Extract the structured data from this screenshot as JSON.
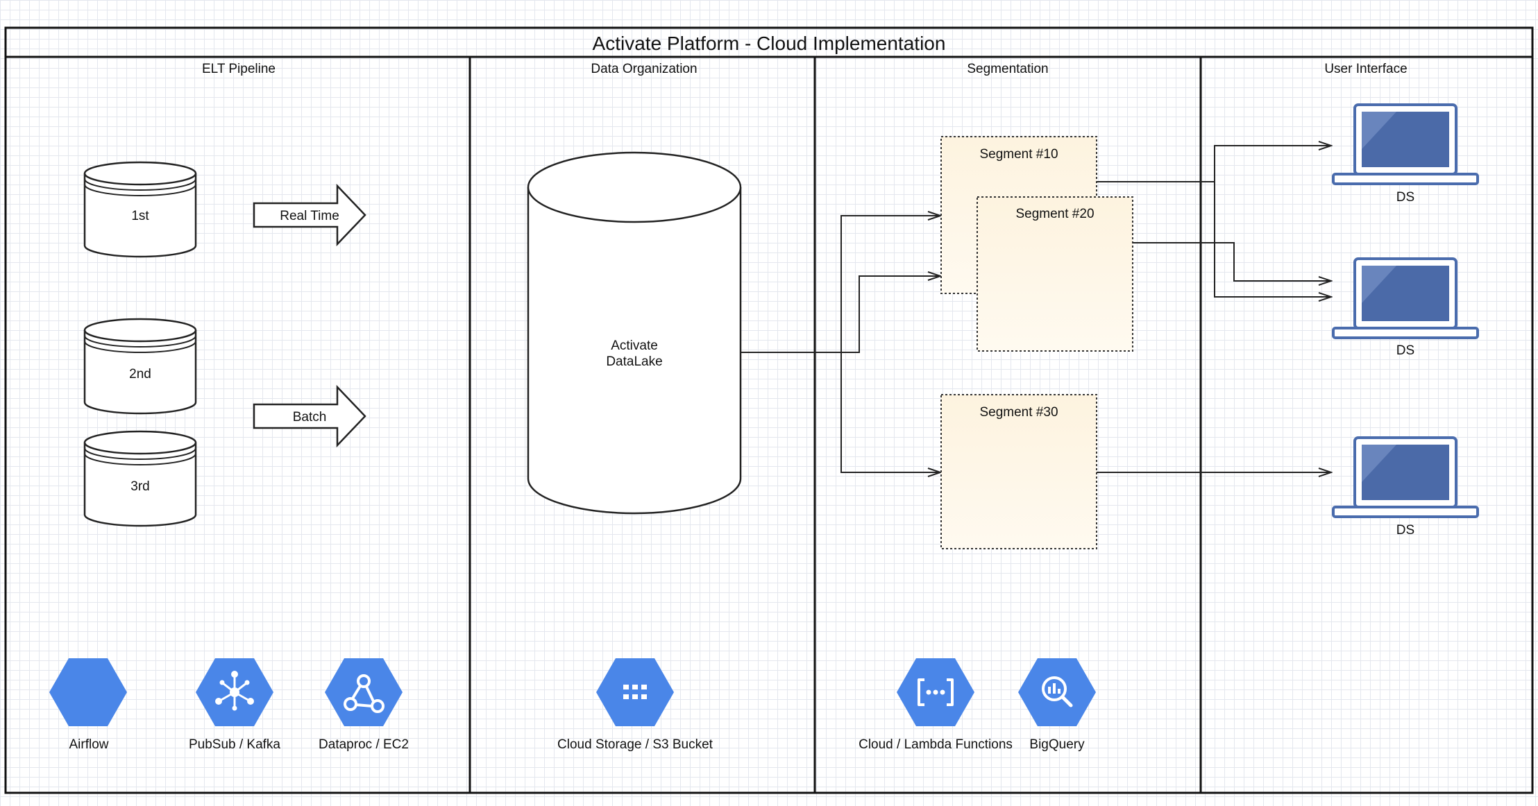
{
  "title": "Activate Platform - Cloud Implementation",
  "lanes": [
    {
      "label": "ELT Pipeline"
    },
    {
      "label": "Data Organization"
    },
    {
      "label": "Segmentation"
    },
    {
      "label": "User Interface"
    }
  ],
  "elt": {
    "sources": [
      {
        "label": "1st"
      },
      {
        "label": "2nd"
      },
      {
        "label": "3rd"
      }
    ],
    "arrows": [
      {
        "label": "Real Time"
      },
      {
        "label": "Batch"
      }
    ]
  },
  "datalake": {
    "line1": "Activate",
    "line2": "DataLake"
  },
  "segments": [
    {
      "label": "Segment #10"
    },
    {
      "label": "Segment #20"
    },
    {
      "label": "Segment #30"
    }
  ],
  "ui": {
    "laptops": [
      {
        "label": "DS"
      },
      {
        "label": "DS"
      },
      {
        "label": "DS"
      }
    ]
  },
  "services": [
    {
      "label": "Airflow",
      "icon": "airflow-icon"
    },
    {
      "label": "PubSub / Kafka",
      "icon": "pubsub-icon"
    },
    {
      "label": "Dataproc / EC2",
      "icon": "dataproc-icon"
    },
    {
      "label": "Cloud Storage / S3 Bucket",
      "icon": "cloud-storage-icon"
    },
    {
      "label": "Cloud / Lambda Functions",
      "icon": "cloud-functions-icon"
    },
    {
      "label": "BigQuery",
      "icon": "bigquery-icon"
    }
  ],
  "colors": {
    "gcp_blue": "#4a86e8",
    "segment_fill_top": "#fdf3df",
    "segment_fill_bottom": "#fffaf0",
    "laptop_blue": "#4a6cad",
    "laptop_screen": "#4b6aa8"
  }
}
